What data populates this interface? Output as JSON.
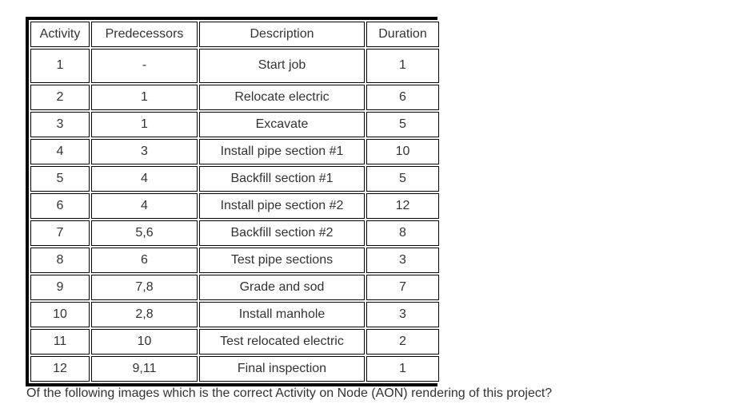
{
  "table": {
    "columns": [
      "Activity",
      "Predecessors",
      "Description",
      "Duration"
    ],
    "rows": [
      {
        "activity": "1",
        "predecessors": "-",
        "description": "Start job",
        "duration": "1"
      },
      {
        "activity": "2",
        "predecessors": "1",
        "description": "Relocate electric",
        "duration": "6"
      },
      {
        "activity": "3",
        "predecessors": "1",
        "description": "Excavate",
        "duration": "5"
      },
      {
        "activity": "4",
        "predecessors": "3",
        "description": "Install pipe section #1",
        "duration": "10"
      },
      {
        "activity": "5",
        "predecessors": "4",
        "description": "Backfill section #1",
        "duration": "5"
      },
      {
        "activity": "6",
        "predecessors": "4",
        "description": "Install pipe section #2",
        "duration": "12"
      },
      {
        "activity": "7",
        "predecessors": "5,6",
        "description": "Backfill section #2",
        "duration": "8"
      },
      {
        "activity": "8",
        "predecessors": "6",
        "description": "Test pipe sections",
        "duration": "3"
      },
      {
        "activity": "9",
        "predecessors": "7,8",
        "description": "Grade and sod",
        "duration": "7"
      },
      {
        "activity": "10",
        "predecessors": "2,8",
        "description": "Install manhole",
        "duration": "3"
      },
      {
        "activity": "11",
        "predecessors": "10",
        "description": "Test relocated electric",
        "duration": "2"
      },
      {
        "activity": "12",
        "predecessors": "9,11",
        "description": "Final inspection",
        "duration": "1"
      }
    ]
  },
  "question": {
    "prompt": "Of the following images which is the correct Activity on Node (AON) rendering of this project?"
  },
  "colors": {
    "text": "#333333",
    "border": "#000000",
    "background": "#ffffff"
  }
}
